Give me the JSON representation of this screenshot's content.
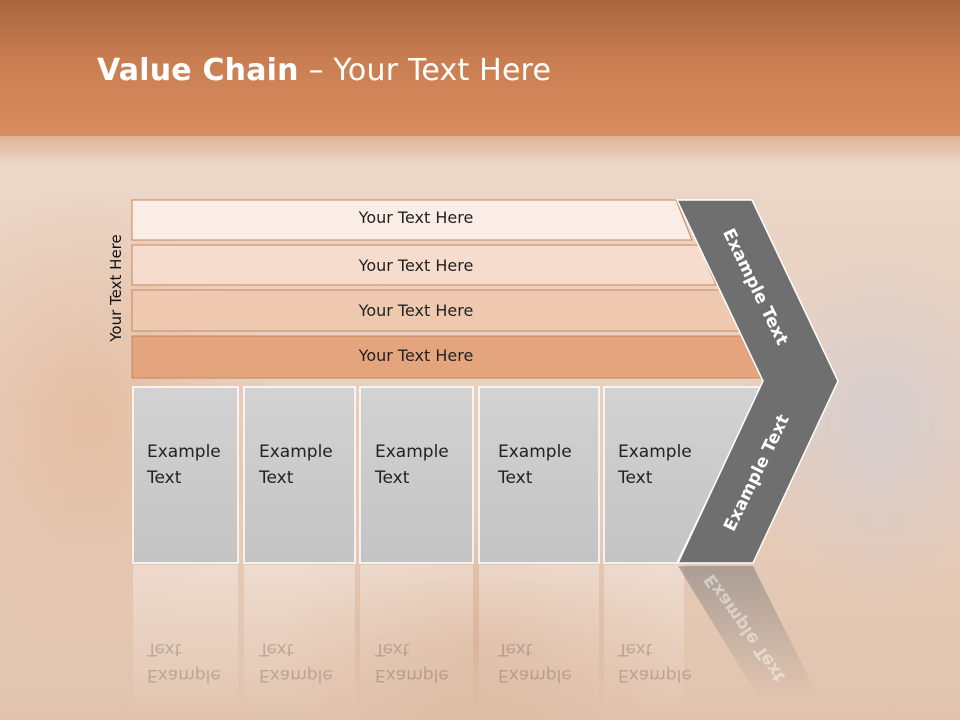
{
  "title": {
    "bold": "Value Chain",
    "rest": " – Your Text Here"
  },
  "side_label": "Your Text Here",
  "rows": [
    {
      "label": "Your Text Here",
      "color": "#f9ede6"
    },
    {
      "label": "Your Text Here",
      "color": "#f5dccd"
    },
    {
      "label": "Your Text Here",
      "color": "#efc9af"
    },
    {
      "label": "Your Text Here",
      "color": "#e4a57e"
    }
  ],
  "boxes": [
    {
      "line1": "Example",
      "line2": "Text"
    },
    {
      "line1": "Example",
      "line2": "Text"
    },
    {
      "line1": "Example",
      "line2": "Text"
    },
    {
      "line1": "Example",
      "line2": "Text"
    },
    {
      "line1": "Example",
      "line2": "Text"
    }
  ],
  "arrow": {
    "upper_label": "Example Text",
    "lower_label": "Example Text",
    "color": "#6f6f6f"
  },
  "colors": {
    "header": "#d98c5e",
    "box_fill": "#c8c8c8",
    "row_border": "#c8865c"
  }
}
